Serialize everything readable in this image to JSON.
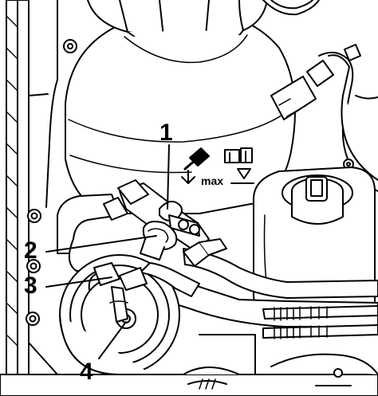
{
  "diagram": {
    "reservoir_label_max": "max",
    "callouts": [
      {
        "id": "1",
        "text": "1"
      },
      {
        "id": "2",
        "text": "2"
      },
      {
        "id": "3",
        "text": "3"
      },
      {
        "id": "4",
        "text": "4"
      }
    ]
  },
  "colors": {
    "ink": "#000000",
    "paper": "#ffffff"
  }
}
